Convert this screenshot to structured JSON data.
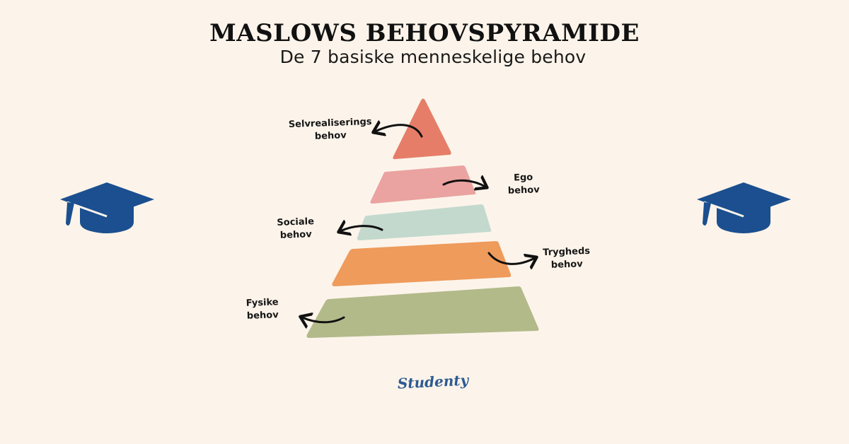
{
  "header": {
    "title": "MASLOWS BEHOVSPYRAMIDE",
    "subtitle": "De 7 basiske menneskelige behov"
  },
  "pyramid": {
    "layers": [
      {
        "level": 5,
        "name": "Selvrealiserings behov",
        "label_line1": "Selvrealiserings",
        "label_line2": "behov",
        "color": "#E67D68",
        "shape": "triangle"
      },
      {
        "level": 4,
        "name": "Ego behov",
        "label_line1": "Ego",
        "label_line2": "behov",
        "color": "#EAA3A0",
        "shape": "trapezoid"
      },
      {
        "level": 3,
        "name": "Sociale behov",
        "label_line1": "Sociale",
        "label_line2": "behov",
        "color": "#C3D9CE",
        "shape": "trapezoid"
      },
      {
        "level": 2,
        "name": "Trygheds behov",
        "label_line1": "Trygheds",
        "label_line2": "behov",
        "color": "#EE9B5C",
        "shape": "trapezoid"
      },
      {
        "level": 1,
        "name": "Fysike behov",
        "label_line1": "Fysike",
        "label_line2": "behov",
        "color": "#B2BA8A",
        "shape": "trapezoid"
      }
    ],
    "arrow_color": "#111111"
  },
  "decorations": {
    "left_icon": "graduation-cap-icon",
    "right_icon": "graduation-cap-icon",
    "icon_color": "#1B4F8F"
  },
  "footer": {
    "brand": "Studenty",
    "brand_color": "#2E5A92"
  },
  "colors": {
    "background": "#FCF4EA",
    "text": "#111111"
  }
}
